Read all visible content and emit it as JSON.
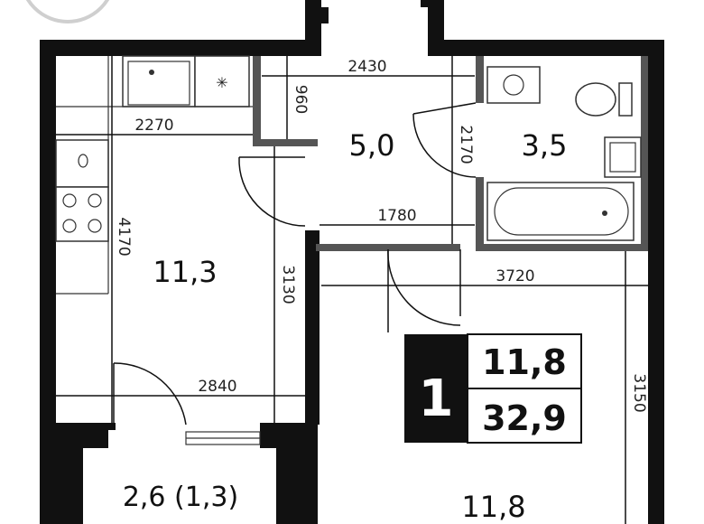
{
  "rooms": {
    "kitchen": "11,3",
    "hall": "5,0",
    "bathroom": "3,5",
    "living": "11,8",
    "balcony": "2,6 (1,3)"
  },
  "dimensions": {
    "hall_width": "2430",
    "hall_depth": "960",
    "kitchen_counter": "2270",
    "bath_depth": "2170",
    "kitchen_length": "4170",
    "corridor_width": "1780",
    "kitchen_height": "3130",
    "living_width": "3720",
    "kitchen_width": "2840",
    "living_height": "3150"
  },
  "summary": {
    "rooms_count": "1",
    "living_area": "11,8",
    "total_area": "32,9"
  },
  "colors": {
    "wall": "#111111",
    "partition": "#555555"
  }
}
